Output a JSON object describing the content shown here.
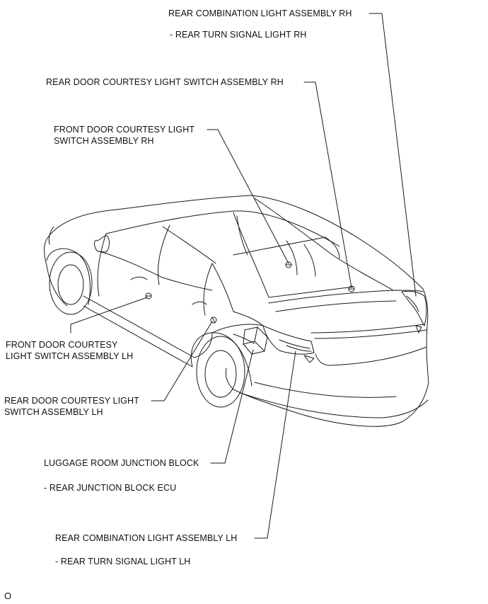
{
  "labels": {
    "rear_comb_rh_title": "REAR COMBINATION LIGHT ASSEMBLY RH",
    "rear_comb_rh_sub": "- REAR TURN SIGNAL LIGHT RH",
    "rear_door_switch_rh": "REAR DOOR COURTESY LIGHT SWITCH ASSEMBLY RH",
    "front_door_switch_rh_1": "FRONT DOOR COURTESY LIGHT",
    "front_door_switch_rh_2": "SWITCH ASSEMBLY RH",
    "front_door_switch_lh_1": "FRONT DOOR COURTESY",
    "front_door_switch_lh_2": "LIGHT SWITCH ASSEMBLY LH",
    "rear_door_switch_lh_1": "REAR DOOR COURTESY LIGHT",
    "rear_door_switch_lh_2": "SWITCH ASSEMBLY LH",
    "luggage_jb_title": "LUGGAGE ROOM JUNCTION BLOCK",
    "luggage_jb_sub": "- REAR JUNCTION BLOCK ECU",
    "rear_comb_lh_title": "REAR COMBINATION LIGHT ASSEMBLY LH",
    "rear_comb_lh_sub": "- REAR TURN SIGNAL LIGHT LH",
    "figure_code": "O"
  },
  "colors": {
    "line": "#1a1a1a",
    "background": "#ffffff"
  }
}
